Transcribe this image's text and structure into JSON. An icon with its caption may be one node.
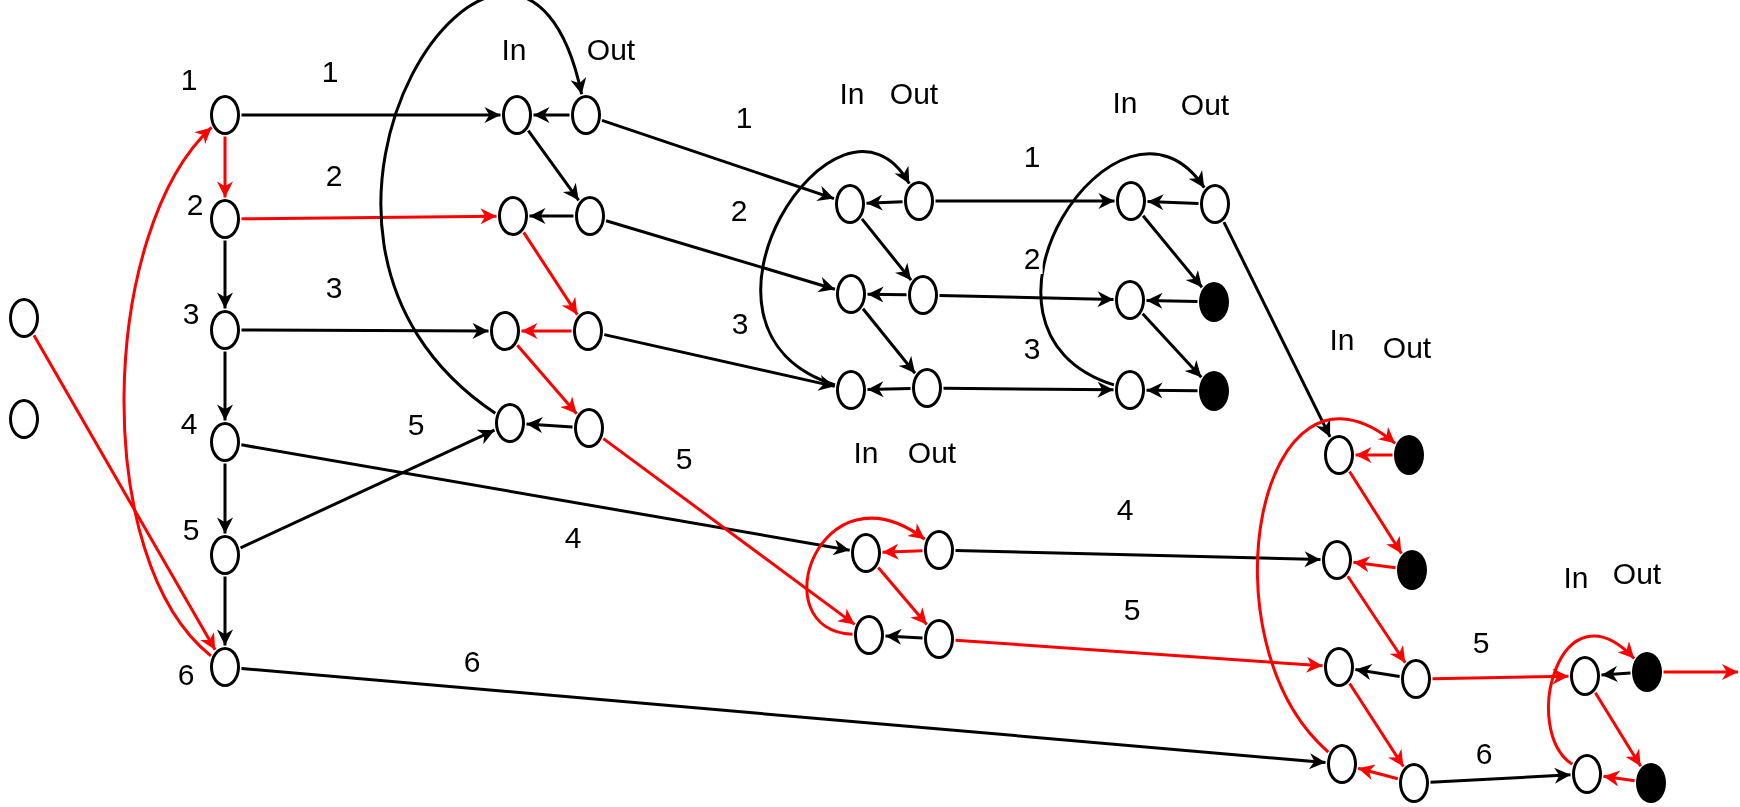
{
  "diagram": {
    "nodes": [
      {
        "text": [],
        "shape": "circle"
      },
      {
        "text": [],
        "shape": "circle"
      },
      {
        "text": [],
        "shape": "circle",
        "beside": [
          "1"
        ]
      },
      {
        "text": [],
        "shape": "circle",
        "beside": [
          "2"
        ]
      },
      {
        "text": [],
        "shape": "circle",
        "beside": [
          "3"
        ]
      },
      {
        "text": [],
        "shape": "circle",
        "beside": [
          "4"
        ]
      },
      {
        "text": [],
        "shape": "circle",
        "beside": [
          "5"
        ]
      },
      {
        "text": [],
        "shape": "circle",
        "beside": [
          "6"
        ]
      },
      {
        "text": [],
        "shape": "circle"
      },
      {
        "text": [],
        "shape": "circle"
      },
      {
        "text": [],
        "shape": "circle"
      },
      {
        "text": [],
        "shape": "circle"
      },
      {
        "text": [],
        "shape": "circle"
      },
      {
        "text": [],
        "shape": "circle"
      },
      {
        "text": [],
        "shape": "circle"
      },
      {
        "text": [],
        "shape": "circle"
      },
      {
        "text": [],
        "shape": "circle"
      },
      {
        "text": [],
        "shape": "circle"
      },
      {
        "text": [],
        "shape": "circle"
      },
      {
        "text": [],
        "shape": "circle"
      },
      {
        "text": [],
        "shape": "circle"
      },
      {
        "text": [],
        "shape": "circle"
      },
      {
        "text": [],
        "shape": "circle"
      },
      {
        "text": [],
        "shape": "circle"
      },
      {
        "text": [],
        "shape": "circle"
      },
      {
        "text": [],
        "shape": "circle"
      },
      {
        "text": [],
        "shape": "dot"
      },
      {
        "text": [],
        "shape": "dot"
      },
      {
        "text": [],
        "shape": "circle"
      },
      {
        "text": [],
        "shape": "circle"
      },
      {
        "text": [],
        "shape": "circle"
      },
      {
        "text": [],
        "shape": "circle"
      },
      {
        "text": [],
        "shape": "circle"
      },
      {
        "text": [],
        "shape": "circle"
      },
      {
        "text": [],
        "shape": "circle"
      },
      {
        "text": [],
        "shape": "circle"
      },
      {
        "text": [],
        "shape": "dot"
      },
      {
        "text": [],
        "shape": "dot"
      },
      {
        "text": [],
        "shape": "circle"
      },
      {
        "text": [],
        "shape": "circle"
      },
      {
        "text": [],
        "shape": "circle"
      },
      {
        "text": [],
        "shape": "circle"
      },
      {
        "text": [],
        "shape": "dot"
      },
      {
        "text": [],
        "shape": "dot"
      }
    ],
    "edges": [
      {
        "from": 2,
        "to": 3,
        "arrow": "to",
        "color": "#ff0000"
      },
      {
        "from": 3,
        "to": 4,
        "arrow": "to"
      },
      {
        "from": 4,
        "to": 5,
        "arrow": "to"
      },
      {
        "from": 5,
        "to": 6,
        "arrow": "to"
      },
      {
        "from": 6,
        "to": 7,
        "arrow": "to"
      },
      {
        "from": 0,
        "to": 7,
        "arrow": "to",
        "color": "#ff0000"
      },
      {
        "from": 7,
        "to": 2,
        "arrow": "to",
        "color": "#ff0000"
      },
      {
        "from": 2,
        "to": 8,
        "arrow": "to",
        "label": "1"
      },
      {
        "from": 3,
        "to": 9,
        "arrow": "to",
        "label": "2",
        "color": "#ff0000"
      },
      {
        "from": 4,
        "to": 10,
        "arrow": "to",
        "label": "3"
      },
      {
        "from": 6,
        "to": 11,
        "arrow": "to",
        "label": "5"
      },
      {
        "from": 5,
        "to": 28,
        "arrow": "to",
        "label": "4"
      },
      {
        "from": 7,
        "to": 35,
        "arrow": "to",
        "label": "6"
      },
      {
        "from": 12,
        "to": 8,
        "arrow": "to"
      },
      {
        "from": 13,
        "to": 9,
        "arrow": "to"
      },
      {
        "from": 14,
        "to": 10,
        "arrow": "to",
        "color": "#ff0000"
      },
      {
        "from": 15,
        "to": 11,
        "arrow": "to"
      },
      {
        "from": 8,
        "to": 13,
        "arrow": "to"
      },
      {
        "from": 9,
        "to": 14,
        "arrow": "to",
        "color": "#ff0000"
      },
      {
        "from": 10,
        "to": 15,
        "arrow": "to",
        "color": "#ff0000"
      },
      {
        "from": 11,
        "to": 12,
        "arrow": "to"
      },
      {
        "from": 12,
        "to": 16,
        "arrow": "to",
        "label": "1"
      },
      {
        "from": 13,
        "to": 17,
        "arrow": "to",
        "label": "2"
      },
      {
        "from": 14,
        "to": 18,
        "arrow": "to",
        "label": "3"
      },
      {
        "from": 15,
        "to": 29,
        "arrow": "to",
        "label": "5",
        "color": "#ff0000"
      },
      {
        "from": 19,
        "to": 16,
        "arrow": "to"
      },
      {
        "from": 20,
        "to": 17,
        "arrow": "to"
      },
      {
        "from": 21,
        "to": 18,
        "arrow": "to"
      },
      {
        "from": 16,
        "to": 20,
        "arrow": "to"
      },
      {
        "from": 17,
        "to": 21,
        "arrow": "to"
      },
      {
        "from": 18,
        "to": 19,
        "arrow": "to"
      },
      {
        "from": 19,
        "to": 22,
        "arrow": "to",
        "label": "1"
      },
      {
        "from": 20,
        "to": 23,
        "arrow": "to",
        "label": "2"
      },
      {
        "from": 21,
        "to": 24,
        "arrow": "to",
        "label": "3"
      },
      {
        "from": 25,
        "to": 22,
        "arrow": "to"
      },
      {
        "from": 26,
        "to": 23,
        "arrow": "to"
      },
      {
        "from": 27,
        "to": 24,
        "arrow": "to"
      },
      {
        "from": 22,
        "to": 26,
        "arrow": "to"
      },
      {
        "from": 23,
        "to": 27,
        "arrow": "to"
      },
      {
        "from": 24,
        "to": 25,
        "arrow": "to"
      },
      {
        "from": 25,
        "to": 32,
        "arrow": "to"
      },
      {
        "from": 30,
        "to": 28,
        "arrow": "to",
        "color": "#ff0000"
      },
      {
        "from": 31,
        "to": 29,
        "arrow": "to"
      },
      {
        "from": 28,
        "to": 31,
        "arrow": "to",
        "color": "#ff0000"
      },
      {
        "from": 29,
        "to": 30,
        "arrow": "to",
        "color": "#ff0000"
      },
      {
        "from": 30,
        "to": 33,
        "arrow": "to",
        "label": "4"
      },
      {
        "from": 31,
        "to": 34,
        "arrow": "to",
        "label": "5",
        "color": "#ff0000"
      },
      {
        "from": 36,
        "to": 32,
        "arrow": "to",
        "color": "#ff0000"
      },
      {
        "from": 37,
        "to": 33,
        "arrow": "to",
        "color": "#ff0000"
      },
      {
        "from": 38,
        "to": 34,
        "arrow": "to"
      },
      {
        "from": 39,
        "to": 35,
        "arrow": "to",
        "color": "#ff0000"
      },
      {
        "from": 32,
        "to": 37,
        "arrow": "to",
        "color": "#ff0000"
      },
      {
        "from": 33,
        "to": 38,
        "arrow": "to",
        "color": "#ff0000"
      },
      {
        "from": 34,
        "to": 39,
        "arrow": "to",
        "color": "#ff0000"
      },
      {
        "from": 35,
        "to": 36,
        "arrow": "to",
        "color": "#ff0000"
      },
      {
        "from": 38,
        "to": 40,
        "arrow": "to",
        "label": "5",
        "color": "#ff0000"
      },
      {
        "from": 39,
        "to": 41,
        "arrow": "to",
        "label": "6"
      },
      {
        "from": 42,
        "to": 40,
        "arrow": "to"
      },
      {
        "from": 43,
        "to": 41,
        "arrow": "to",
        "color": "#ff0000"
      },
      {
        "from": 40,
        "to": 43,
        "arrow": "to",
        "color": "#ff0000"
      },
      {
        "from": 41,
        "to": 42,
        "arrow": "to",
        "color": "#ff0000"
      },
      {
        "from": 42,
        "to": null,
        "arrow": "to",
        "color": "#ff0000"
      }
    ],
    "labels": [
      "In",
      "Out",
      "In",
      "Out",
      "In",
      "Out",
      "In",
      "Out",
      "In",
      "Out",
      "In",
      "Out"
    ]
  }
}
